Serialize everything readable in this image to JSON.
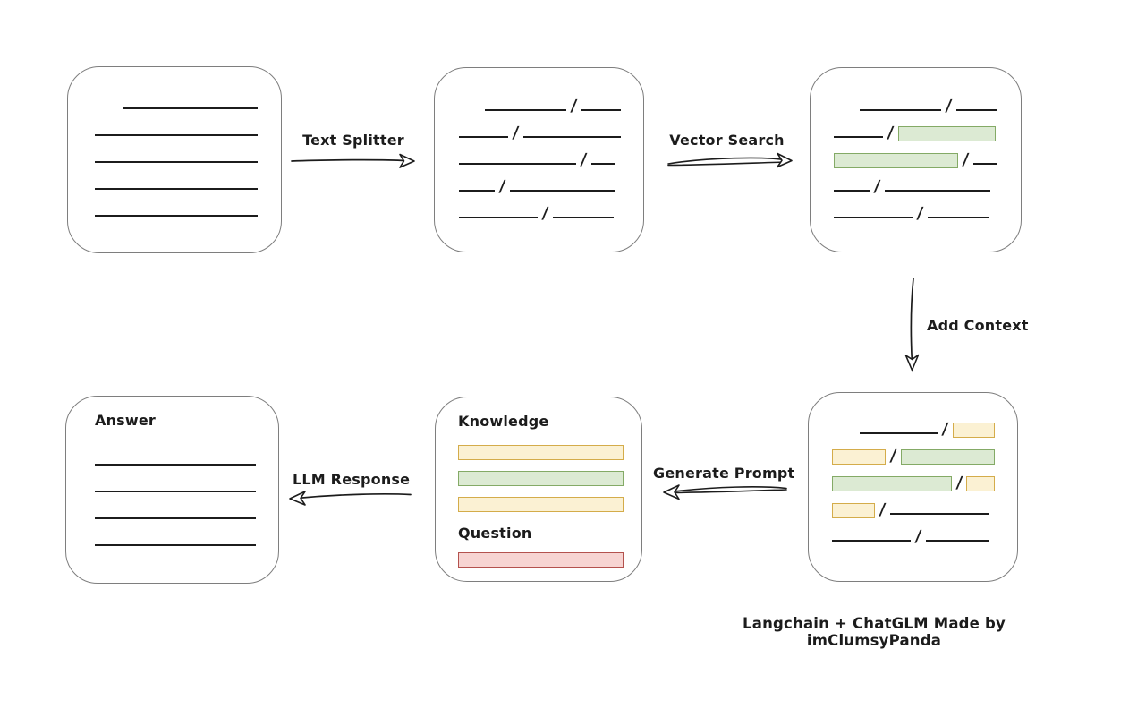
{
  "caption": "Langchain + ChatGLM Made by imClumsyPanda",
  "arrows": {
    "text_splitter": {
      "label": "Text Splitter"
    },
    "vector_search": {
      "label": "Vector Search"
    },
    "add_context": {
      "label": "Add Context"
    },
    "generate_prompt": {
      "label": "Generate Prompt"
    },
    "llm_response": {
      "label": "LLM Response"
    }
  },
  "colors": {
    "line": "#1c1c1c",
    "box_border": "#7e7e7e",
    "green_fill": "#dcead3",
    "green_border": "#84aa66",
    "yellow_fill": "#fbf1d3",
    "yellow_border": "#d4ac4a",
    "red_fill": "#f7d4d2",
    "red_border": "#b4524e"
  },
  "boxes": {
    "source_document": {
      "lines": [
        {
          "indent": 32,
          "width": 150
        },
        {
          "indent": 0,
          "width": 182
        },
        {
          "indent": 0,
          "width": 182
        },
        {
          "indent": 0,
          "width": 182
        },
        {
          "indent": 0,
          "width": 182
        }
      ]
    },
    "split_text": {
      "rows": [
        {
          "indent": 29,
          "segments": [
            {
              "kind": "line",
              "width": 91
            },
            {
              "kind": "line",
              "width": 45
            }
          ]
        },
        {
          "indent": 0,
          "segments": [
            {
              "kind": "line",
              "width": 55
            },
            {
              "kind": "line",
              "width": 109
            }
          ]
        },
        {
          "indent": 0,
          "segments": [
            {
              "kind": "line",
              "width": 131
            },
            {
              "kind": "line",
              "width": 26
            }
          ]
        },
        {
          "indent": 0,
          "segments": [
            {
              "kind": "line",
              "width": 40
            },
            {
              "kind": "line",
              "width": 118
            }
          ]
        },
        {
          "indent": 0,
          "segments": [
            {
              "kind": "line",
              "width": 88
            },
            {
              "kind": "line",
              "width": 68
            }
          ]
        }
      ]
    },
    "vector_results": {
      "rows": [
        {
          "indent": 29,
          "segments": [
            {
              "kind": "line",
              "width": 91
            },
            {
              "kind": "line",
              "width": 45
            }
          ]
        },
        {
          "indent": 0,
          "segments": [
            {
              "kind": "line",
              "width": 55
            },
            {
              "kind": "green",
              "width": 107
            }
          ]
        },
        {
          "indent": 0,
          "segments": [
            {
              "kind": "green",
              "width": 137
            },
            {
              "kind": "line",
              "width": 26
            }
          ]
        },
        {
          "indent": 0,
          "segments": [
            {
              "kind": "line",
              "width": 40
            },
            {
              "kind": "line",
              "width": 118
            }
          ]
        },
        {
          "indent": 0,
          "segments": [
            {
              "kind": "line",
              "width": 88
            },
            {
              "kind": "line",
              "width": 68
            }
          ]
        }
      ]
    },
    "context_prompt": {
      "rows": [
        {
          "indent": 31,
          "segments": [
            {
              "kind": "line",
              "width": 91
            },
            {
              "kind": "yellow",
              "width": 47
            }
          ]
        },
        {
          "indent": 0,
          "segments": [
            {
              "kind": "yellow",
              "width": 60
            },
            {
              "kind": "green",
              "width": 107
            }
          ]
        },
        {
          "indent": 0,
          "segments": [
            {
              "kind": "green",
              "width": 138
            },
            {
              "kind": "yellow",
              "width": 31
            }
          ]
        },
        {
          "indent": 0,
          "segments": [
            {
              "kind": "yellow",
              "width": 46
            },
            {
              "kind": "line",
              "width": 110
            }
          ]
        },
        {
          "indent": 0,
          "segments": [
            {
              "kind": "line",
              "width": 88
            },
            {
              "kind": "line",
              "width": 70
            }
          ]
        }
      ]
    },
    "prompt": {
      "knowledge_label": "Knowledge",
      "knowledge_bars": [
        {
          "kind": "yellow"
        },
        {
          "kind": "green"
        },
        {
          "kind": "yellow"
        }
      ],
      "question_label": "Question",
      "question_bars": [
        {
          "kind": "red"
        }
      ]
    },
    "answer": {
      "label": "Answer",
      "lines": [
        {
          "indent": 0,
          "width": 180
        },
        {
          "indent": 0,
          "width": 180
        },
        {
          "indent": 0,
          "width": 180
        },
        {
          "indent": 0,
          "width": 180
        }
      ]
    }
  }
}
